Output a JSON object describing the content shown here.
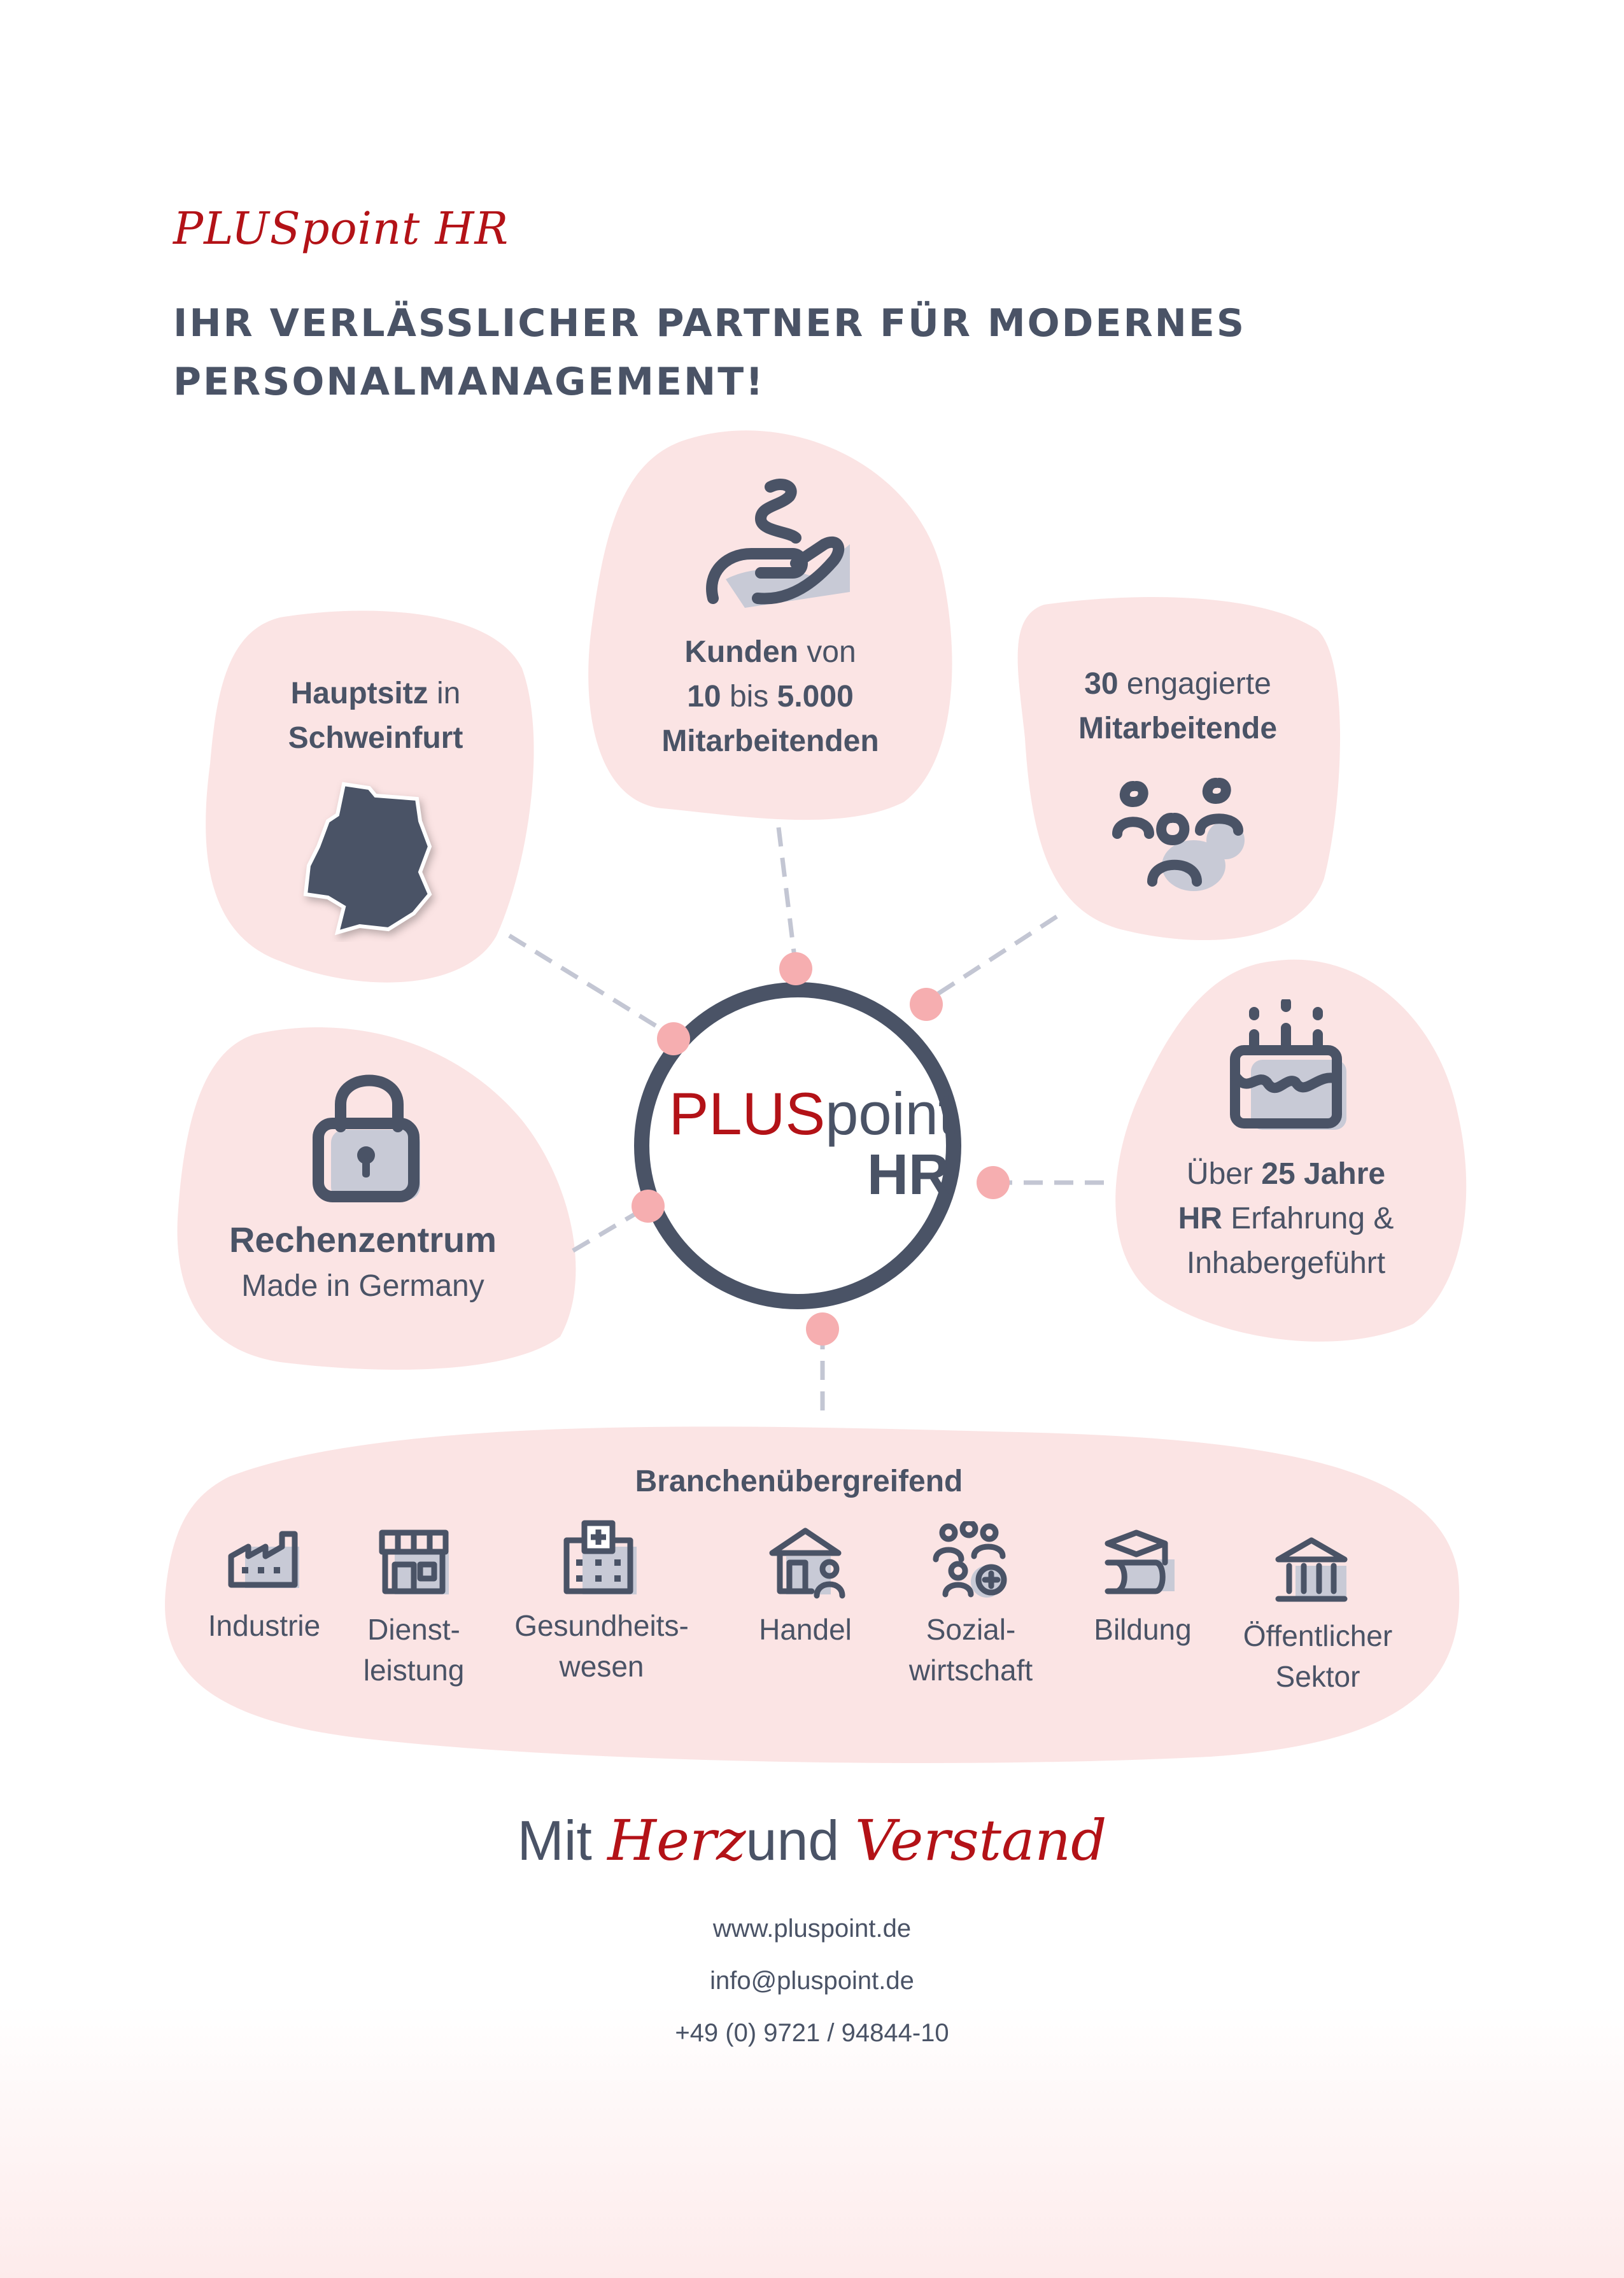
{
  "header": {
    "brand": "PLUSpoint HR",
    "headline_line1": "IHR VERLÄSSLICHER PARTNER FÜR MODERNES",
    "headline_line2": "PERSONALMANAGEMENT!"
  },
  "logo": {
    "plus": "PLUS",
    "point": "point",
    "hr": "HR"
  },
  "cards": {
    "hauptsitz": {
      "bold1": "Hauptsitz",
      "rest1": " in",
      "bold2": "Schweinfurt"
    },
    "kunden": {
      "bold1": "Kunden",
      "rest1": " von",
      "bold2a": "10",
      "rest2": " bis ",
      "bold2b": "5.000",
      "bold3": "Mitarbeitenden"
    },
    "mitarbeitende": {
      "bold1": "30",
      "rest1": " engagierte",
      "bold2": "Mitarbeitende"
    },
    "rechenzentrum": {
      "title": "Rechenzentrum",
      "subtitle": "Made in Germany"
    },
    "jahre": {
      "rest1": "Über ",
      "bold1": "25 Jahre",
      "bold2": "HR",
      "rest2": " Erfahrung &",
      "line3": "Inhabergeführt"
    }
  },
  "sectors": {
    "title": "Branchenübergreifend",
    "items": [
      {
        "line1": "Industrie",
        "line2": "",
        "icon": "factory-icon"
      },
      {
        "line1": "Dienst-",
        "line2": "leistung",
        "icon": "storefront-icon"
      },
      {
        "line1": "Gesundheits-",
        "line2": "wesen",
        "icon": "hospital-icon"
      },
      {
        "line1": "Handel",
        "line2": "",
        "icon": "shop-person-icon"
      },
      {
        "line1": "Sozial-",
        "line2": "wirtschaft",
        "icon": "community-icon"
      },
      {
        "line1": "Bildung",
        "line2": "",
        "icon": "graduation-icon"
      },
      {
        "line1": "Öffentlicher",
        "line2": "Sektor",
        "icon": "government-building-icon"
      }
    ]
  },
  "slogan": {
    "mit": "Mit",
    "herz": "Herz",
    "und": "und",
    "verstand": "Verstand"
  },
  "contact": {
    "website": "www.pluspoint.de",
    "email": "info@pluspoint.de",
    "phone": "+49 (0) 9721 / 94844-10"
  },
  "colors": {
    "accent": "#b31217",
    "text": "#4a5366",
    "blob": "#fbe4e4",
    "dot": "#f6aeb0",
    "icon_shadow": "#c8cad6"
  }
}
